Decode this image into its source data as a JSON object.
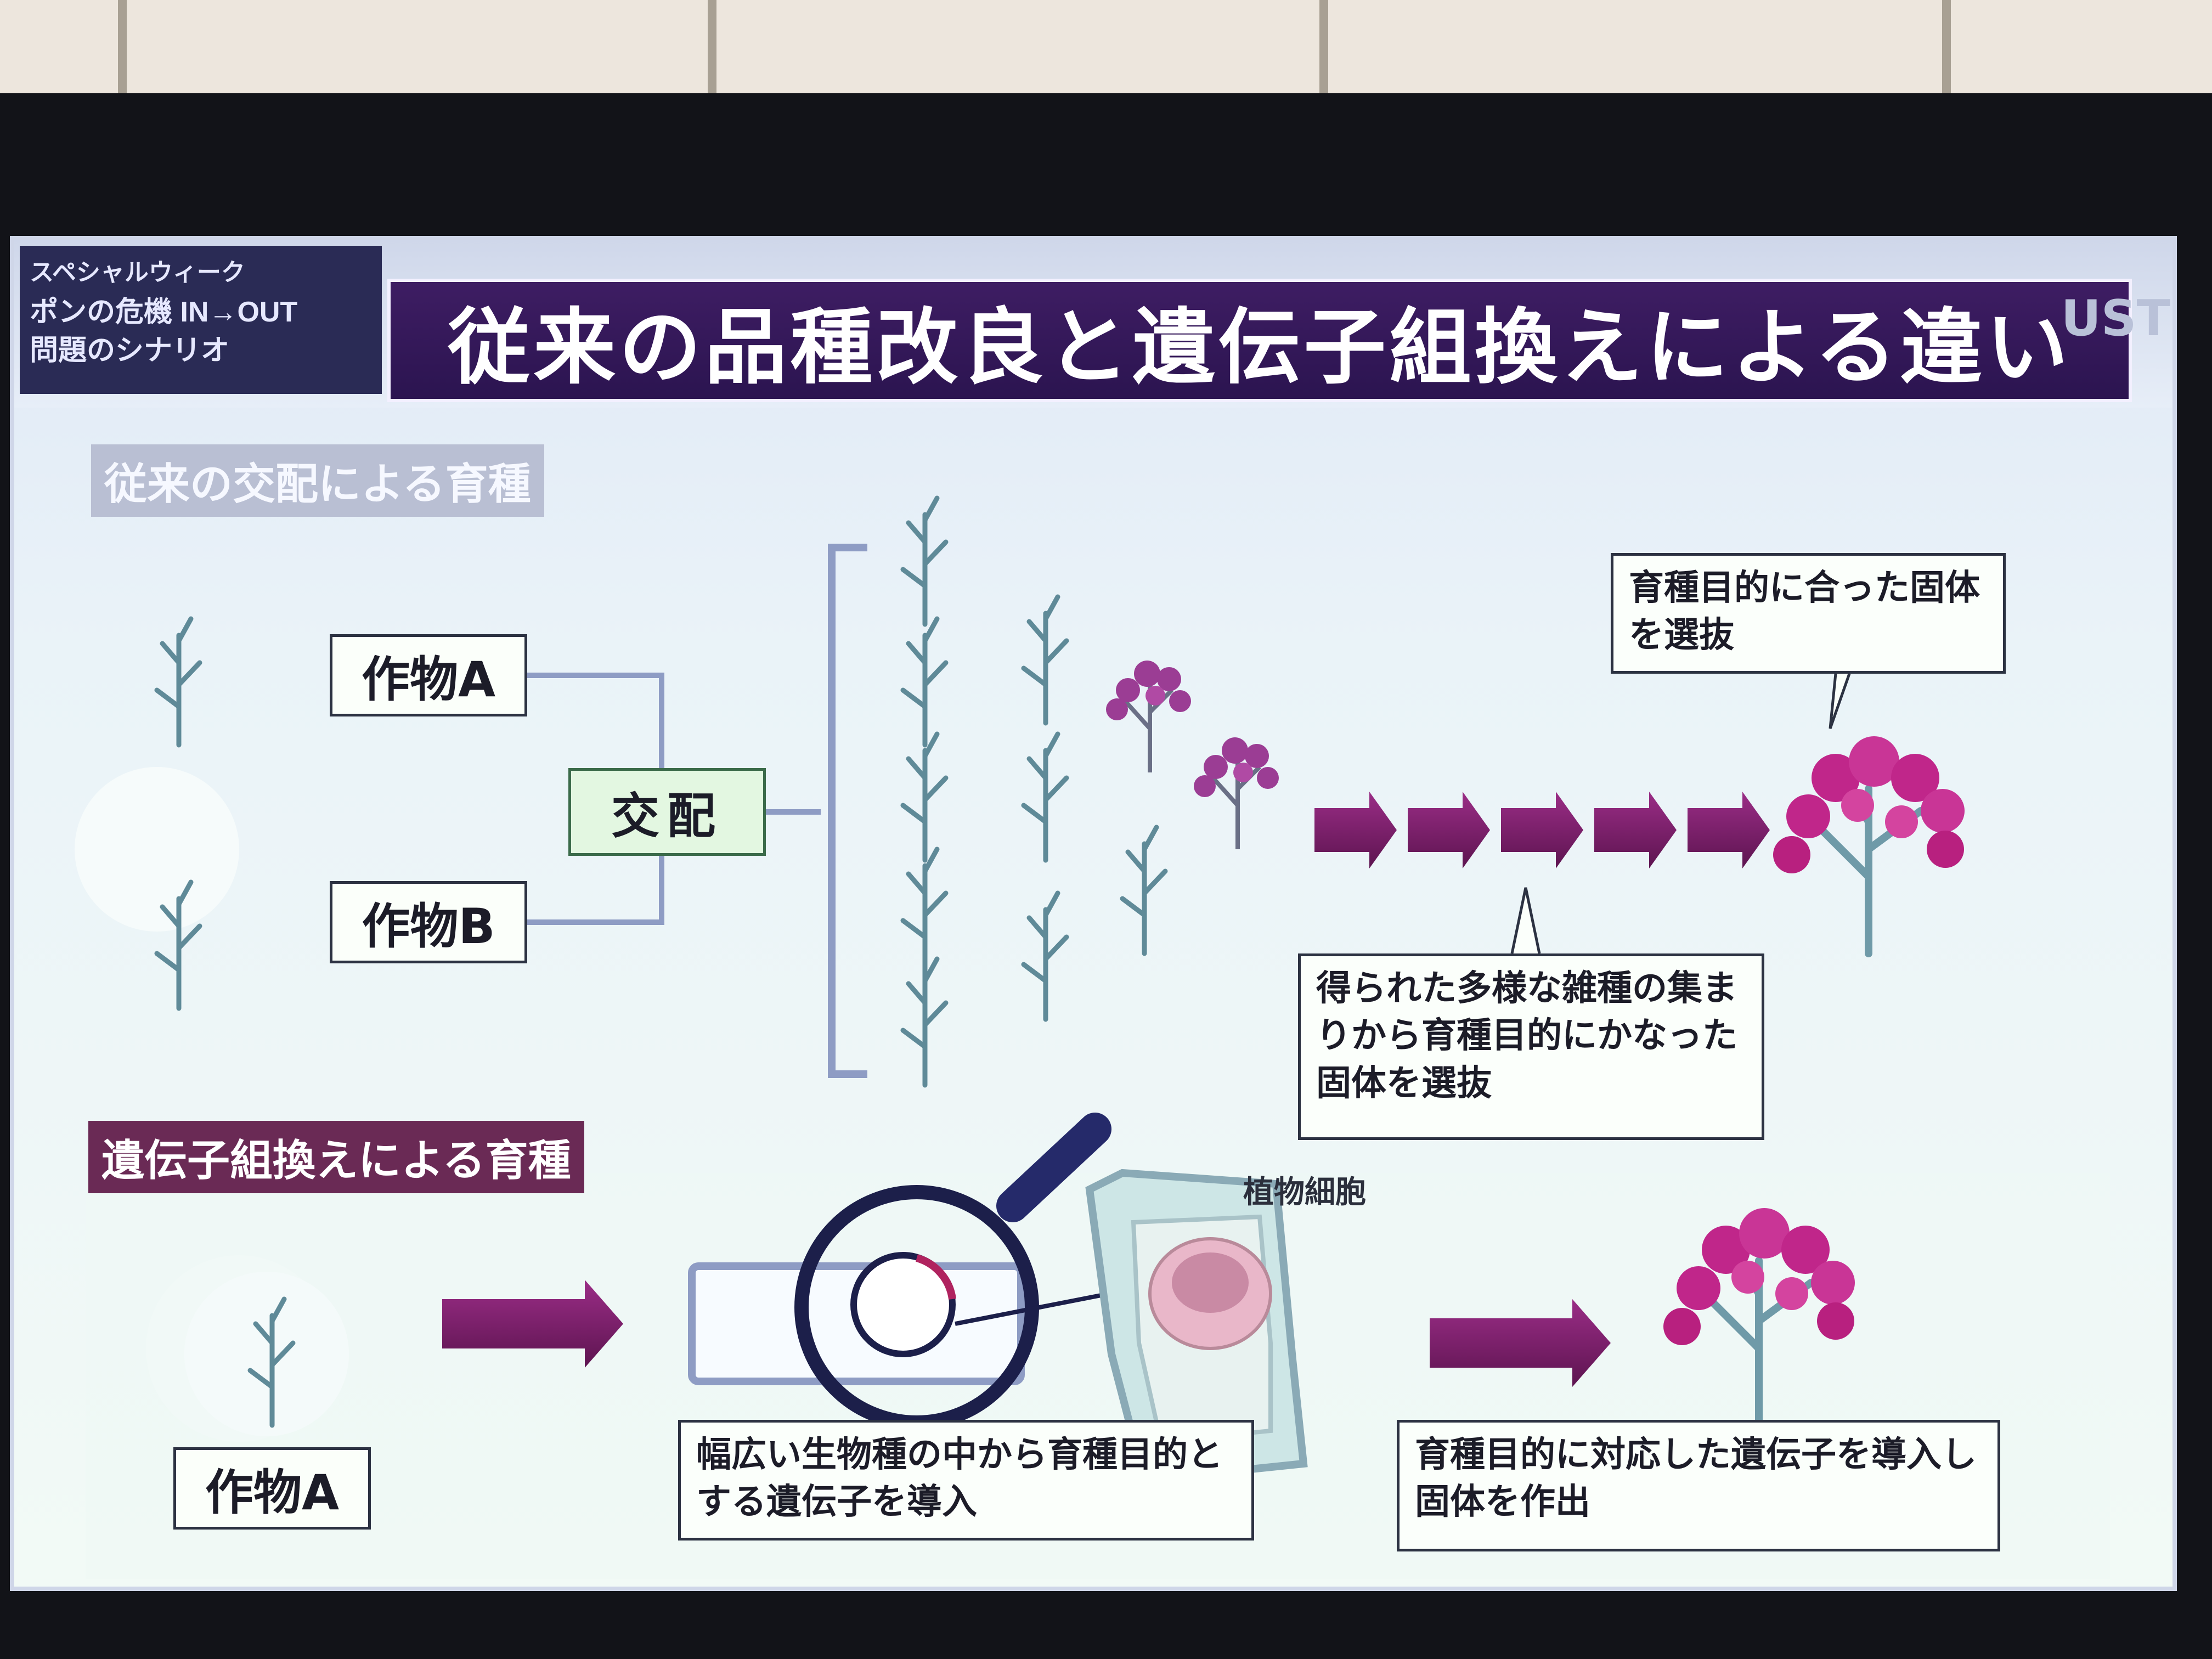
{
  "program_badge": {
    "line1": "スペシャルウィーク",
    "line2": "ポンの危機 IN→OUT",
    "line3": "問題のシナリオ"
  },
  "edge_text": "UST",
  "title": "従来の品種改良と遺伝子組換えによる違い",
  "section_conventional": {
    "label": "従来の交配による育種",
    "crop_a": "作物A",
    "crop_b": "作物B",
    "cross": "交配",
    "note_select_top": "育種目的に合った固体を選抜",
    "note_select_bottom": "得られた多様な雑種の集まりから育種目的にかなった固体を選抜"
  },
  "section_gm": {
    "label": "遺伝子組換えによる育種",
    "crop_a": "作物A",
    "cell_label": "植物細胞",
    "note_gene": "幅広い生物種の中から育種目的とする遺伝子を導入",
    "note_result": "育種目的に対応した遺伝子を導入し固体を作出"
  },
  "colors": {
    "title_bg": "#3e1d63",
    "arrow": "#7a1f6b",
    "flower": "#c0268a",
    "bracket": "#8e9cc4",
    "stem": "#5f8a98"
  },
  "icons": [
    "plant-icon",
    "flowering-plant-icon",
    "arrow-right-icon",
    "magnifier-icon",
    "plant-cell-icon"
  ]
}
